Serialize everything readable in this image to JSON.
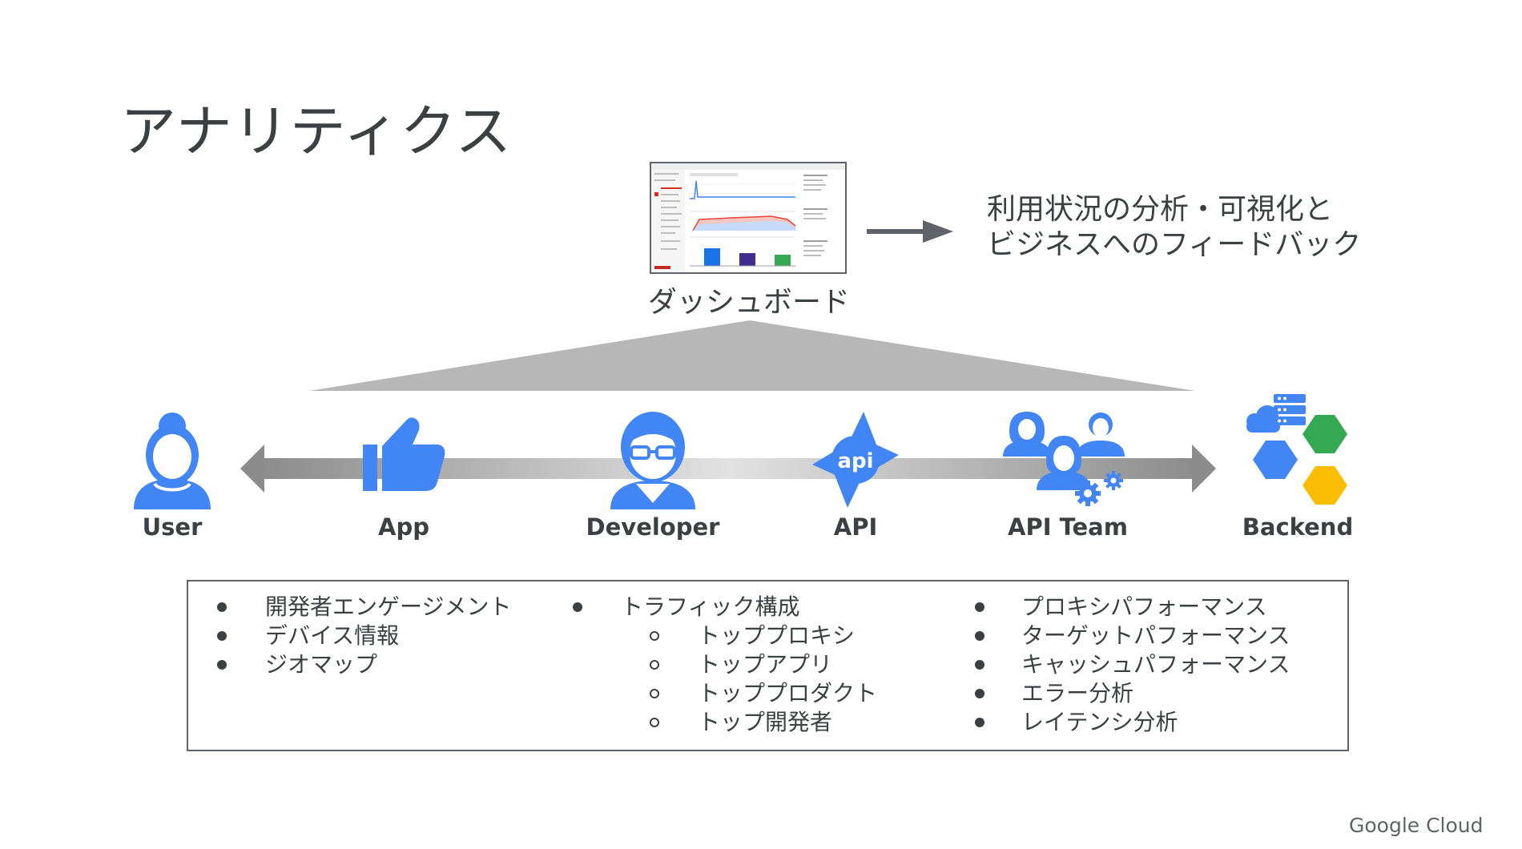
{
  "title": "アナリティクス",
  "dashboard": {
    "label": "ダッシュボード"
  },
  "insight": {
    "line1": "利用状況の分析・可視化と",
    "line2": "ビジネスへのフィードバック"
  },
  "actors": {
    "user": "User",
    "app": "App",
    "developer": "Developer",
    "api": "API",
    "api_badge": "api",
    "api_team": "API Team",
    "backend": "Backend"
  },
  "metrics": {
    "col1": [
      "開発者エンゲージメント",
      "デバイス情報",
      "ジオマップ"
    ],
    "col2": {
      "heading": "トラフィック構成",
      "items": [
        "トッププロキシ",
        "トップアプリ",
        "トッププロダクト",
        "トップ開発者"
      ]
    },
    "col3": [
      "プロキシパフォーマンス",
      "ターゲットパフォーマンス",
      "キャッシュパフォーマンス",
      "エラー分析",
      "レイテンシ分析"
    ]
  },
  "brand": "Google Cloud",
  "colors": {
    "blue": "#4285f4",
    "green": "#34a853",
    "orange": "#fbbc04",
    "gray": "#5f6368",
    "text": "#3c4043"
  }
}
